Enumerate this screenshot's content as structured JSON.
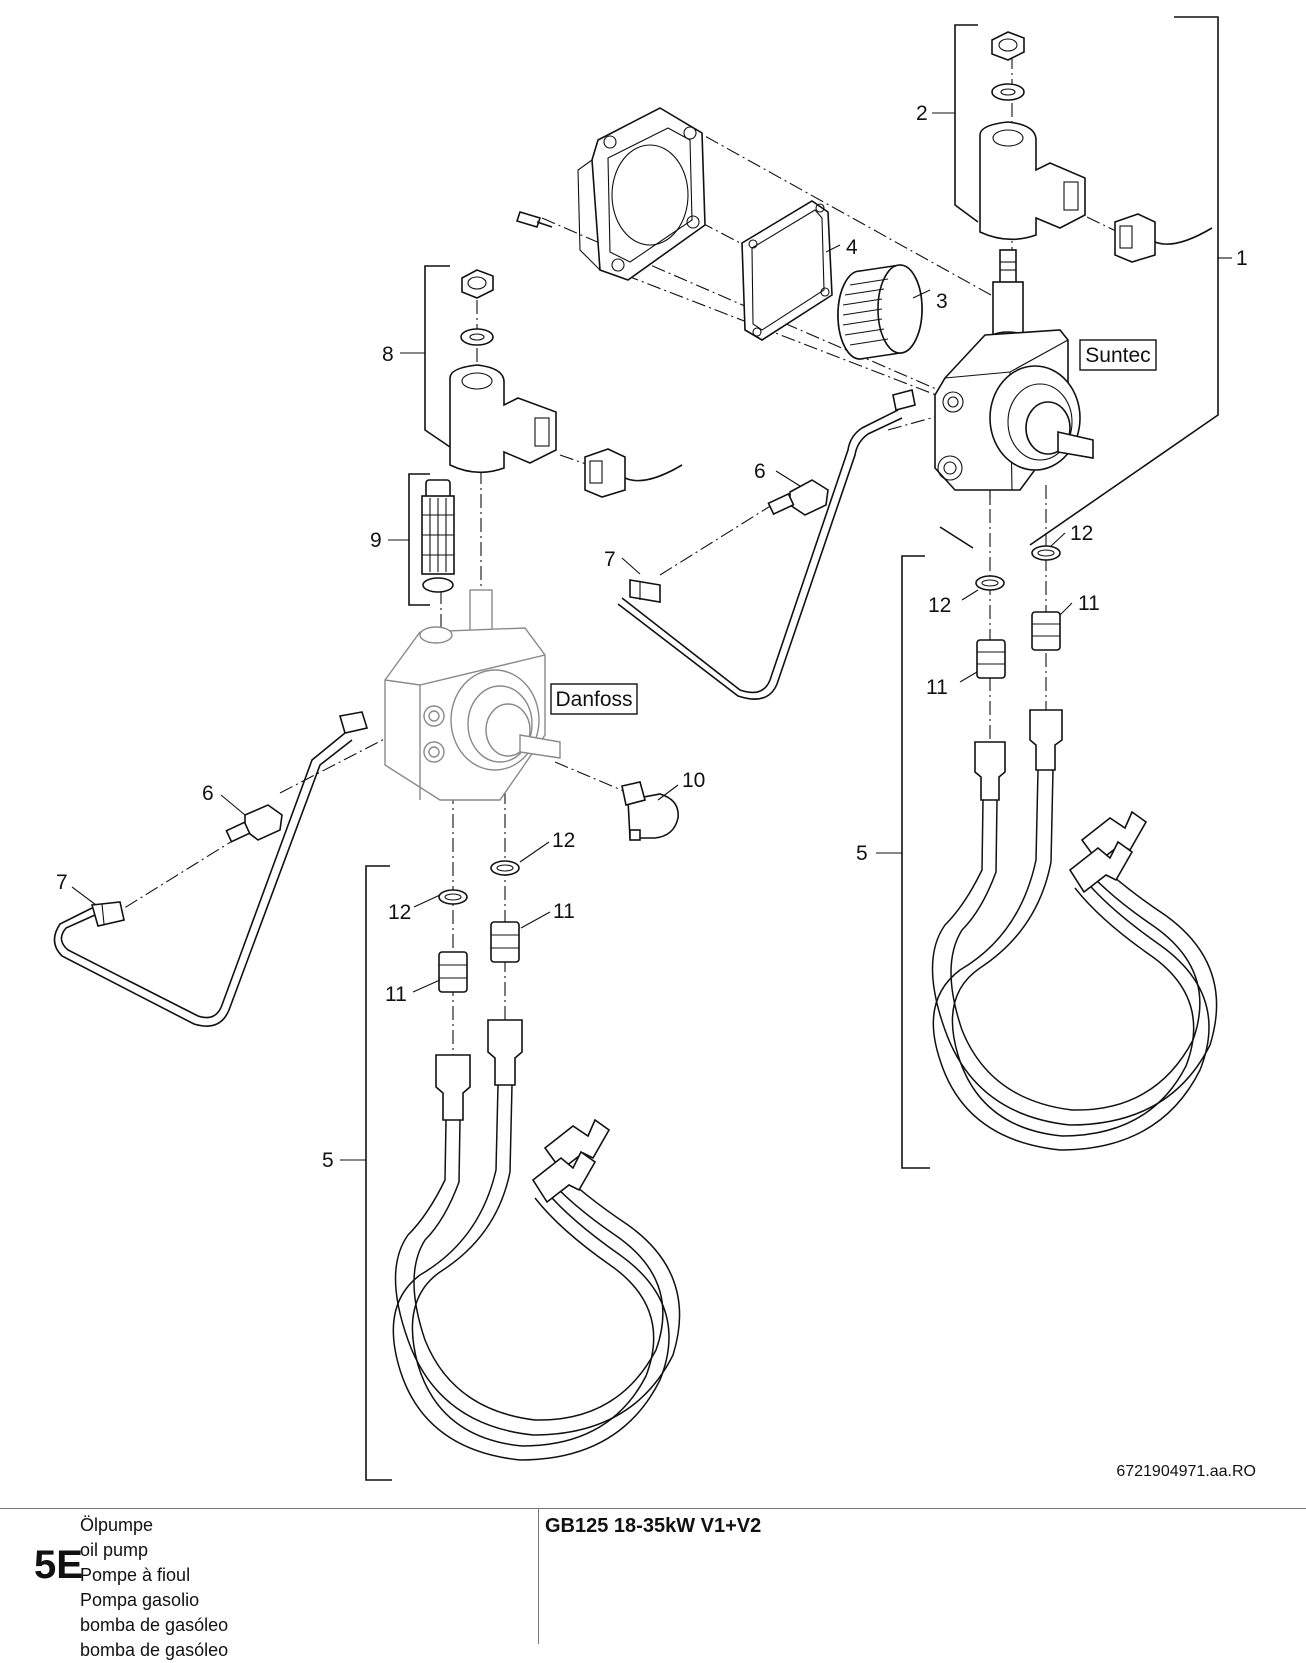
{
  "diagram": {
    "callouts": {
      "c1": "1",
      "c2": "2",
      "c3": "3",
      "c4": "4",
      "c5a": "5",
      "c5b": "5",
      "c6a": "6",
      "c6b": "6",
      "c7a": "7",
      "c7b": "7",
      "c8": "8",
      "c9": "9",
      "c10": "10",
      "c11a": "11",
      "c11b": "11",
      "c11c": "11",
      "c11d": "11",
      "c12a": "12",
      "c12b": "12",
      "c12c": "12",
      "c12d": "12"
    },
    "labels": {
      "suntec": "Suntec",
      "danfoss": "Danfoss"
    },
    "doc_ref": "6721904971.aa.RO"
  },
  "footer": {
    "section_code": "5E",
    "names": [
      "Ölpumpe",
      "oil pump",
      "Pompe à fioul",
      "Pompa gasolio",
      "bomba de gasóleo",
      "bomba de gasóleo"
    ],
    "model": "GB125 18-35kW V1+V2"
  }
}
